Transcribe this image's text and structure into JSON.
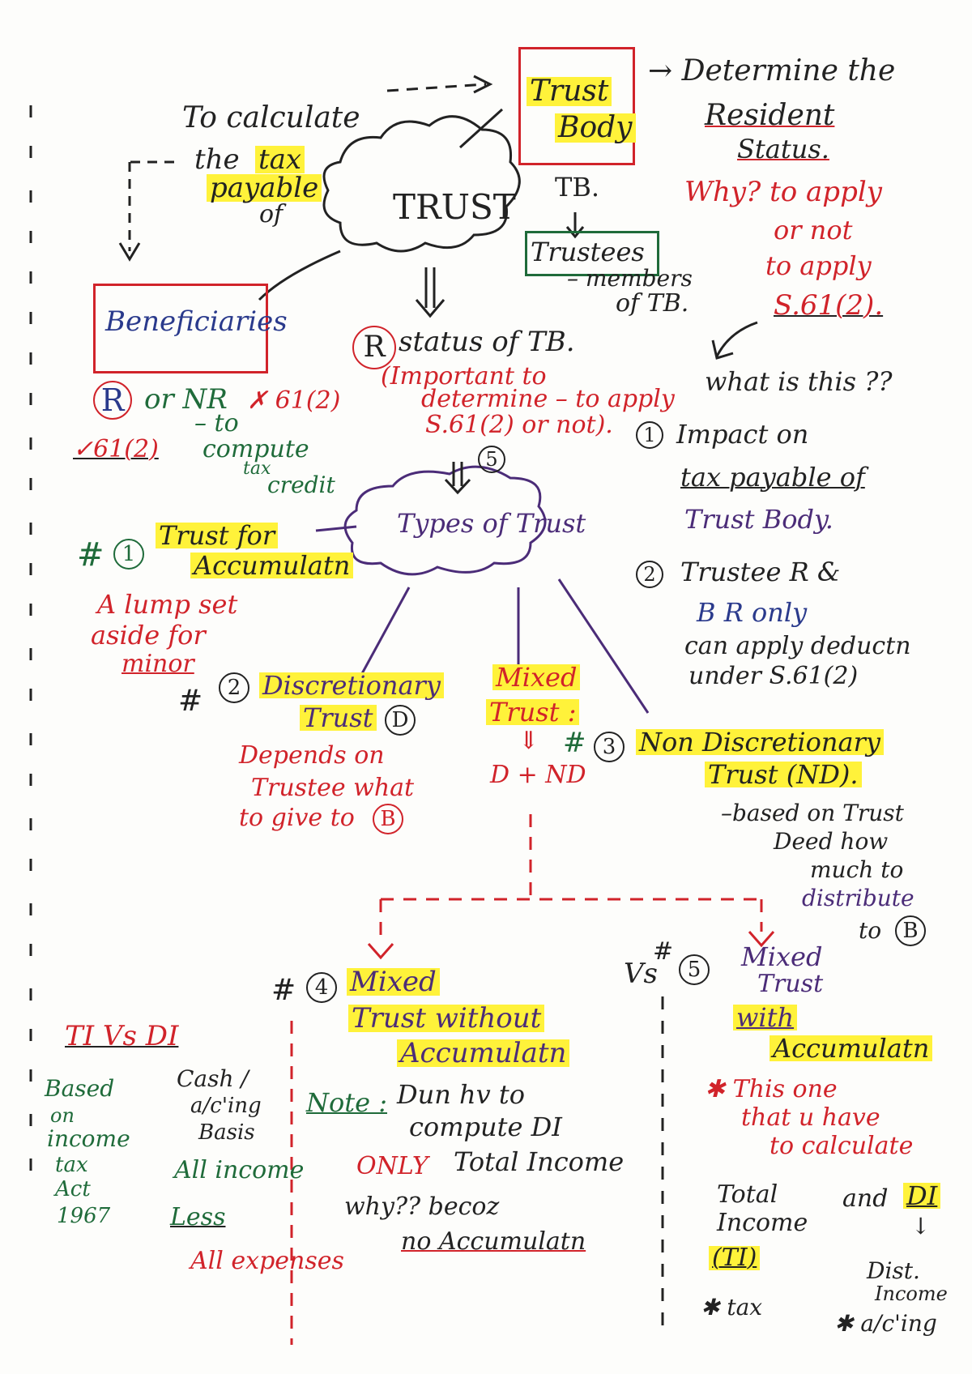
{
  "header": {
    "to_calculate": "To calculate",
    "the": "the",
    "tax": "tax",
    "payable": "payable",
    "of": "of",
    "trust_cloud": "TRUST",
    "trust_body_1": "Trust",
    "trust_body_2": "Body",
    "determine_1": "→ Determine the",
    "determine_2": "Resident",
    "determine_3": "Status.",
    "tb": "TB.",
    "arrow_down": "↓",
    "trustees": "Trustees",
    "members_1": "– members",
    "members_2": "of TB.",
    "why_1": "Why? to apply",
    "why_2": "or not",
    "why_3": "to apply",
    "why_4": "S.61(2).",
    "beneficiaries": "Beneficiaries",
    "r_or_nr": "or NR",
    "r_letter": "R",
    "x612": "✗ 61(2)",
    "to_compute_1": "– to",
    "to_compute_2": "compute",
    "to_compute_3": "tax",
    "to_compute_4": "credit",
    "v612": "✓61(2)",
    "r_status": "status of TB.",
    "important_1": "(Important to",
    "important_2": "determine – to apply",
    "important_3": "S.61(2) or not).",
    "what_is_this": "what is this ??",
    "impact_num": "1",
    "impact_1": "Impact on",
    "impact_2": "tax payable of",
    "impact_3": "Trust Body.",
    "trustee_num": "2",
    "trustee_1": "Trustee R &",
    "trustee_2": "B  R only",
    "trustee_3": "can apply deductn",
    "trustee_4": "under S.61(2)",
    "five_small": "5"
  },
  "types": {
    "cloud": "Types of Trust",
    "t1_num": "1",
    "t1_label_1": "Trust for",
    "t1_label_2": "Accumulatn",
    "t1_desc_1": "A lump set",
    "t1_desc_2": "aside for",
    "t1_desc_3": "minor",
    "t2_num": "2",
    "t2_label_1": "Discretionary",
    "t2_label_2": "Trust",
    "t2_d": "D",
    "t2_desc_1": "Depends on",
    "t2_desc_2": "Trustee what",
    "t2_desc_3": "to give to",
    "t2_b": "B",
    "mixed_1": "Mixed",
    "mixed_2": "Trust :",
    "mixed_arrow": "⇓",
    "mixed_dnd": "D + ND",
    "t3_num": "3",
    "t3_label_1": "Non Discretionary",
    "t3_label_2": "Trust (ND).",
    "t3_desc_1": "–based on Trust",
    "t3_desc_2": "Deed how",
    "t3_desc_3": "much to",
    "t3_desc_4": "distribute",
    "t3_desc_5": "to",
    "t3_b": "B",
    "hash": "#"
  },
  "bottom": {
    "t4_num": "4",
    "t4_label_1": "Mixed",
    "t4_label_2": "Trust without",
    "t4_label_3": "Accumulatn",
    "vs": "Vs",
    "t5_num": "5",
    "t5_label_1": "Mixed",
    "t5_label_2": "Trust",
    "t5_label_3": "with",
    "t5_label_4": "Accumulatn",
    "ti_vs_di": "TI  Vs  DI",
    "based_1": "Based",
    "based_2": "on",
    "based_3": "income",
    "based_4": "tax",
    "based_5": "Act",
    "based_6": "1967",
    "cash_1": "Cash /",
    "cash_2": "a/c'ing",
    "cash_3": "Basis",
    "all_income": "All income",
    "less": "Less",
    "all_expenses": "All expenses",
    "note_label": "Note :",
    "note_1": "Dun hv to",
    "note_2": "compute DI",
    "only": "ONLY",
    "note_3": "Total Income",
    "note_4": "why?? becoz",
    "note_5": "no Accumulatn",
    "this_one_1": "✱ This one",
    "this_one_2": "that u have",
    "this_one_3": "to calculate",
    "total_1": "Total",
    "total_2": "Income",
    "total_3": "(TI)",
    "and": "and",
    "di": "DI",
    "di_arrow": "↓",
    "dist_1": "Dist.",
    "dist_2": "Income",
    "tax_star": "✱ tax",
    "acc_star": "✱ a/c'ing"
  },
  "colors": {
    "blue": "#2a3a8c",
    "red": "#d1232a",
    "green": "#1f6b3a",
    "purple": "#4b2c78",
    "highlight": "#fff23a"
  }
}
